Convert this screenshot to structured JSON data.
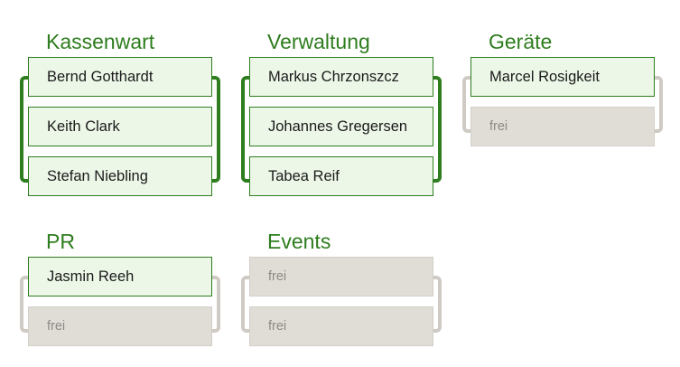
{
  "colors": {
    "accent": "#2e7d1e",
    "filled_bg": "#edf7e8",
    "empty_bg": "#e0ddd7",
    "empty_bracket": "#cfcbc4"
  },
  "groups": [
    {
      "title": "Kassenwart",
      "members": [
        "Bernd Gotthardt",
        "Keith Clark",
        "Stefan Niebling"
      ]
    },
    {
      "title": "Verwaltung",
      "members": [
        "Markus Chrzonszcz",
        "Johannes Gregersen",
        "Tabea Reif"
      ]
    },
    {
      "title": "Geräte",
      "members": [
        "Marcel Rosigkeit",
        "frei"
      ]
    },
    {
      "title": "PR",
      "members": [
        "Jasmin Reeh",
        "frei"
      ]
    },
    {
      "title": "Events",
      "members": [
        "frei",
        "frei"
      ]
    }
  ]
}
